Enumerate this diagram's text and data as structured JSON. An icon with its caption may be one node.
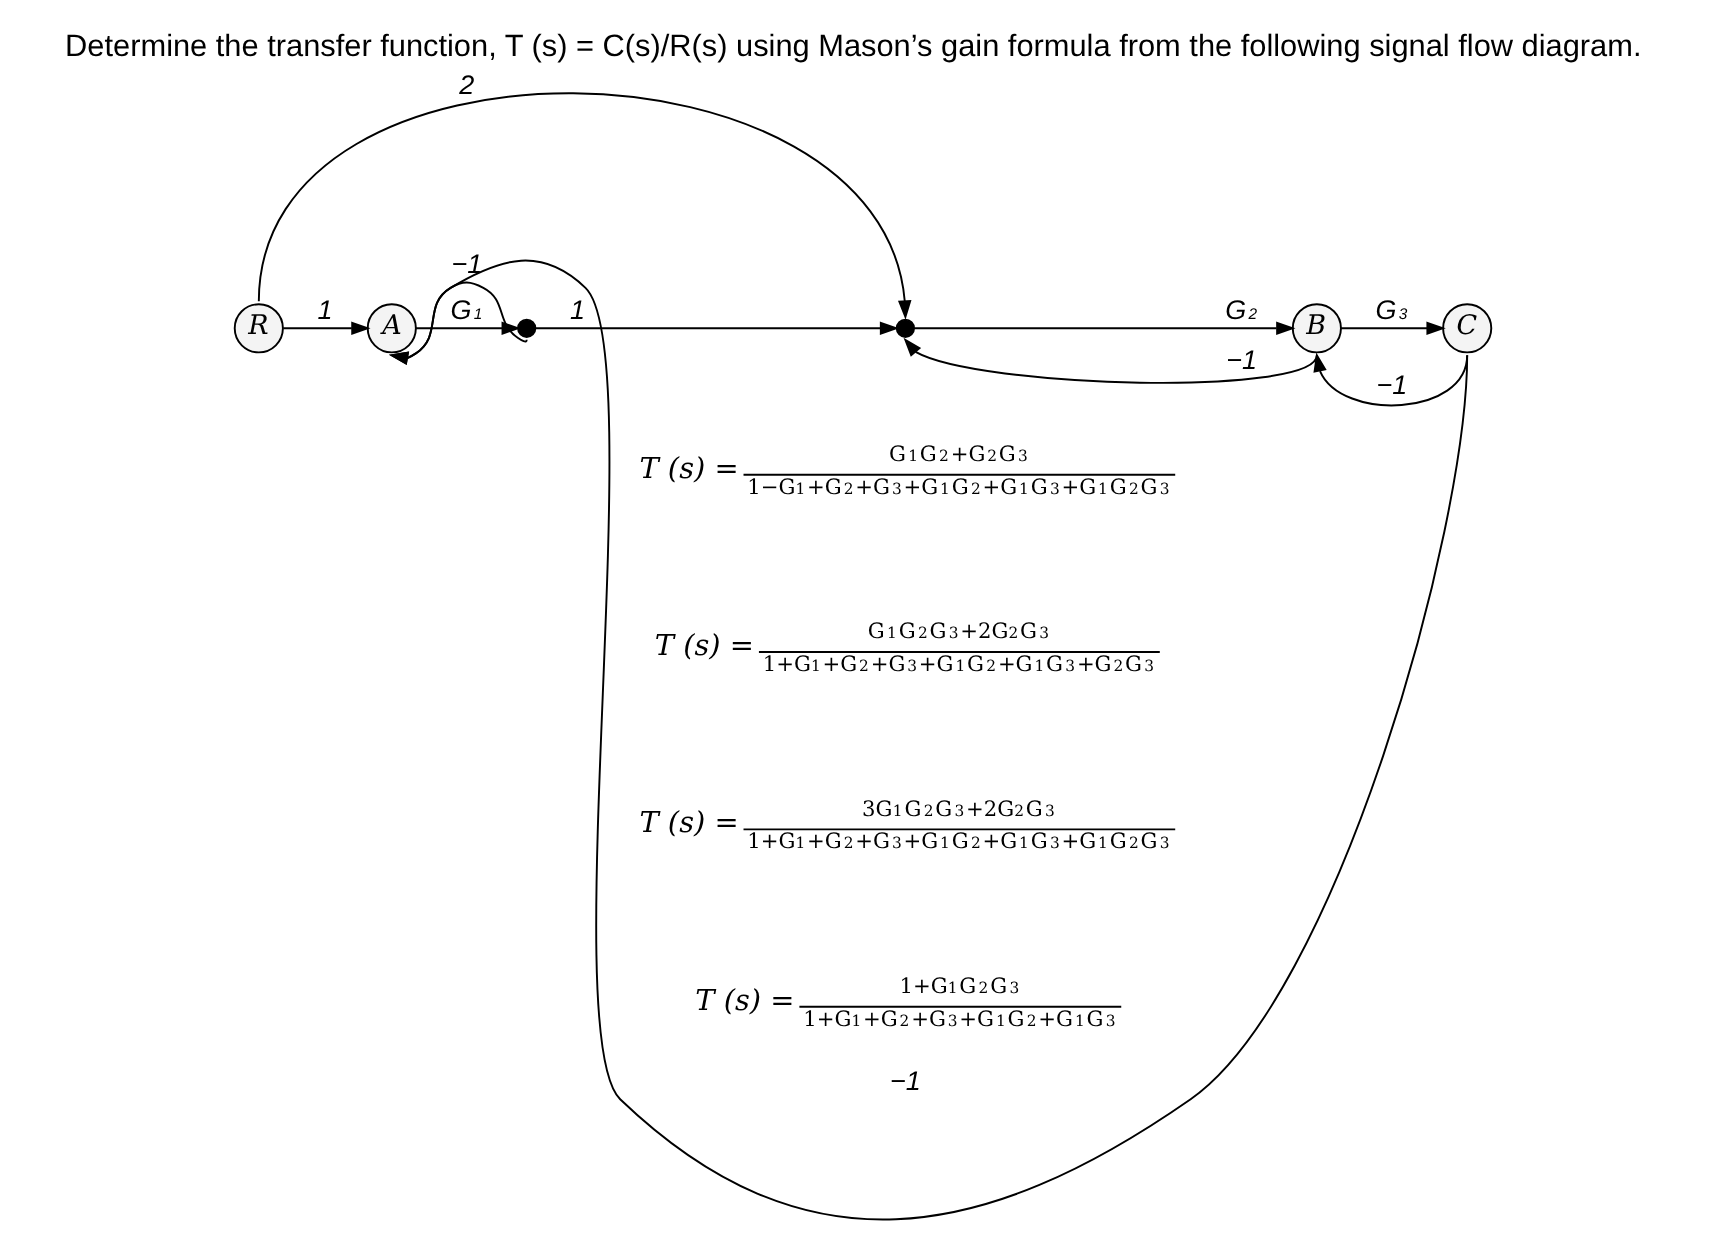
{
  "diagram": {
    "title": "Determine the transfer function, T (s) = C(s)/R(s) using Mason’s gain formula from the following signal flow diagram.",
    "nodes": [
      {
        "text": [
          "R"
        ]
      },
      {
        "text": [
          "A"
        ]
      },
      {
        "text": [],
        "shape": "circle"
      },
      {
        "text": [],
        "shape": "circle"
      },
      {
        "text": [
          "B"
        ]
      },
      {
        "text": [
          "C"
        ]
      }
    ],
    "edges": [
      {
        "from": 0,
        "to": 1,
        "arrow": "to",
        "label": "1"
      },
      {
        "from": 0,
        "to": 3,
        "arrow": "to",
        "label": "2"
      },
      {
        "from": 1,
        "to": 2,
        "arrow": "to",
        "label": "G$_{1}$"
      },
      {
        "from": 2,
        "to": 1,
        "arrow": "to",
        "label": "−1"
      },
      {
        "from": 2,
        "to": 3,
        "arrow": "to",
        "label": "1"
      },
      {
        "from": 3,
        "to": 4,
        "arrow": "to",
        "label": "G$_{2}$"
      },
      {
        "from": 4,
        "to": 3,
        "arrow": "to",
        "label": "−1"
      },
      {
        "from": 4,
        "to": 5,
        "arrow": "to",
        "label": "G$_{3}$"
      },
      {
        "from": 5,
        "to": 4,
        "arrow": "to",
        "label": "−1"
      },
      {
        "from": 5,
        "to": 1,
        "arrow": "to",
        "label": "−1"
      }
    ],
    "labels": [
      "T (s) =",
      "G$_{1}$G$_{2}$+G$_{2}$G$_{3}$",
      "1−G$_{1}$+G$_{2}$+G$_{3}$+G$_{1}$G$_{2}$+G$_{1}$G$_{3}$+G$_{1}$G$_{2}$G$_{3}$",
      "T (s) =",
      "G$_{1}$G$_{2}$G$_{3}$+2G$_{2}$G$_{3}$",
      "1+G$_{1}$+G$_{2}$+G$_{3}$+G$_{1}$G$_{2}$+G$_{1}$G$_{3}$+G$_{2}$G$_{3}$",
      "T (s) =",
      "3G$_{1}$G$_{2}$G$_{3}$+2G$_{2}$G$_{3}$",
      "1+G$_{1}$+G$_{2}$+G$_{3}$+G$_{1}$G$_{2}$+G$_{1}$G$_{3}$+G$_{1}$G$_{2}$G$_{3}$",
      "T (s) =",
      "1+G$_{1}$G$_{2}$G$_{3}$",
      "1+G$_{1}$+G$_{2}$+G$_{3}$+G$_{1}$G$_{2}$+G$_{1}$G$_{3}$"
    ]
  }
}
